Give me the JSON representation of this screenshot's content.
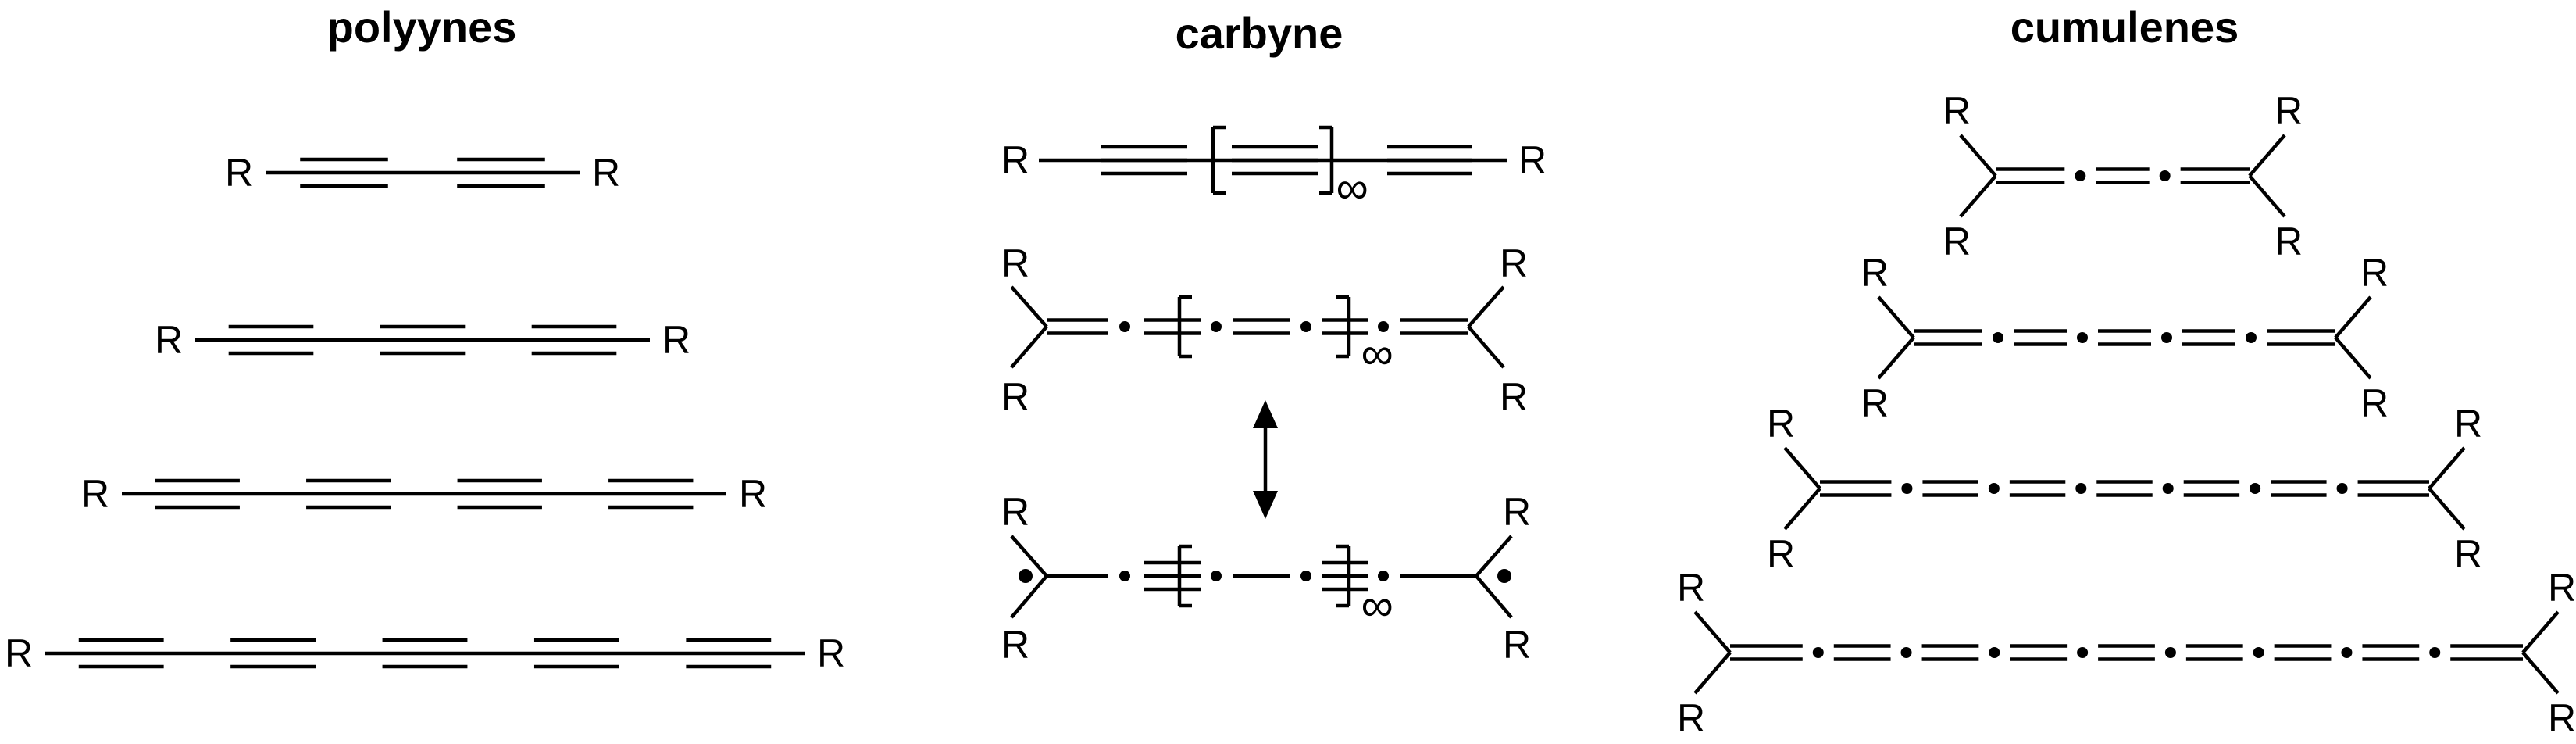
{
  "section_titles": [
    "polyynes",
    "carbyne",
    "cumulenes"
  ],
  "substituent_label": "R",
  "repeat_symbol": "∞",
  "polyynes": [
    {
      "triple_bonds": 2
    },
    {
      "triple_bonds": 3
    },
    {
      "triple_bonds": 4
    },
    {
      "triple_bonds": 5
    }
  ],
  "carbyne": {
    "polyyne_form": "repeating triple bond",
    "cumulene_form": "repeating double bonds",
    "radical_form": "repeating triple bonds with radical ends",
    "resonance_arrow": "double-headed"
  },
  "cumulenes": [
    {
      "double_bonds": 3
    },
    {
      "double_bonds": 5
    },
    {
      "double_bonds": 7
    },
    {
      "double_bonds": 9
    }
  ]
}
